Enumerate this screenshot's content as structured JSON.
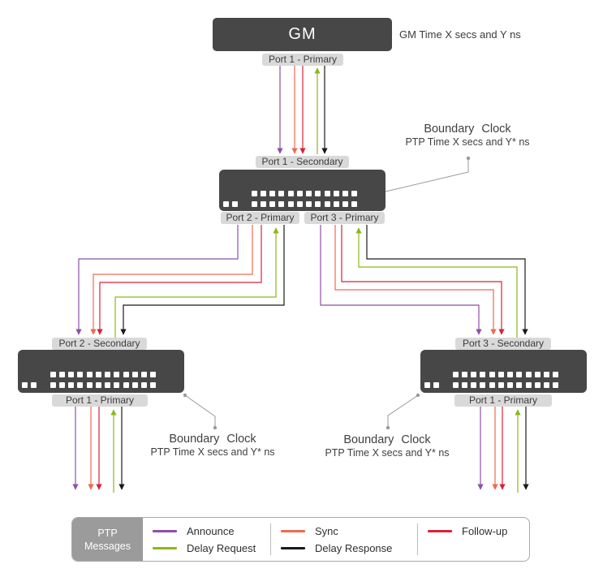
{
  "gm": {
    "label": "GM",
    "annotation": "GM Time X secs and Y ns"
  },
  "boundary_clock_note": {
    "title": "Boundary Clock",
    "subtitle": "PTP Time X secs and Y* ns"
  },
  "ports": {
    "gm_p1": "Port 1 - Primary",
    "bc1_p1": "Port 1 - Secondary",
    "bc1_p2": "Port 2 - Primary",
    "bc1_p3": "Port 3 - Primary",
    "bc2_p2": "Port 2 - Secondary",
    "bc2_p1": "Port 1 - Primary",
    "bc3_p3": "Port 3 - Secondary",
    "bc3_p1": "Port 1 - Primary"
  },
  "legend": {
    "title_line1": "PTP",
    "title_line2": "Messages",
    "items": [
      {
        "label": "Announce",
        "color": "#8e4fa8"
      },
      {
        "label": "Delay Request",
        "color": "#8cb818"
      },
      {
        "label": "Sync",
        "color": "#ee6a50"
      },
      {
        "label": "Delay Response",
        "color": "#1a1a1a"
      },
      {
        "label": "Follow-up",
        "color": "#d8213c"
      }
    ]
  },
  "colors": {
    "announce": "#8e4fa8",
    "delay_request": "#8cb818",
    "sync": "#ee6a50",
    "delay_response": "#1a1a1a",
    "follow_up": "#d8213c",
    "device": "#474747",
    "port_label_bg": "#d9d9d9",
    "callout": "#9a9a9a",
    "legend_header_bg": "#9b9b9b"
  }
}
